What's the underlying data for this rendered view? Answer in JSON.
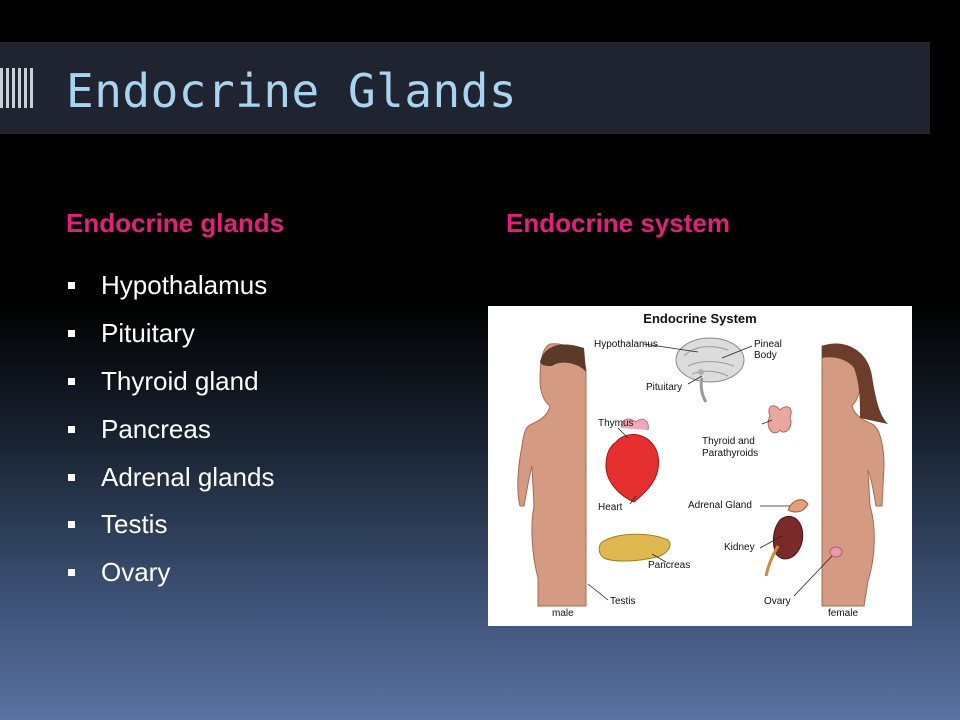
{
  "slide": {
    "title": "Endocrine Glands",
    "left_heading": "Endocrine glands",
    "right_heading": "Endocrine system",
    "bullets": [
      "Hypothalamus",
      "Pituitary",
      "Thyroid gland",
      "Pancreas",
      "Adrenal glands",
      "Testis",
      "Ovary"
    ]
  },
  "figure": {
    "title": "Endocrine System",
    "labels": {
      "hypothalamus": "Hypothalamus",
      "pineal_line1": "Pineal",
      "pineal_line2": "Body",
      "pituitary": "Pituitary",
      "thymus": "Thymus",
      "thyroid_line1": "Thyroid and",
      "thyroid_line2": "Parathyroids",
      "heart": "Heart",
      "adrenal": "Adrenal Gland",
      "kidney": "Kidney",
      "pancreas": "Pancreas",
      "testis": "Testis",
      "ovary": "Ovary",
      "male": "male",
      "female": "female"
    }
  },
  "colors": {
    "title_text": "#a9d4f0",
    "heading_text": "#e0207a",
    "title_bar": "#1f2430"
  }
}
